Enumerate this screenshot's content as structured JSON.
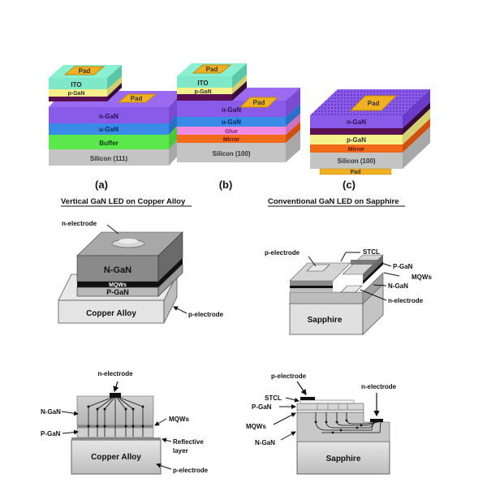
{
  "colors": {
    "ito": "#7ee8c8",
    "pgan": "#f4f08a",
    "mqw": "#5a1050",
    "ngan": "#8a5ae8",
    "ugan": "#3a8ae8",
    "buffer": "#5ae84a",
    "silicon": "#c4c4c4",
    "glue": "#f08ae0",
    "mirror": "#f06a1a",
    "pad": "#f0b020"
  },
  "top_row": {
    "a": {
      "caption": "(a)",
      "layers": [
        "ITO",
        "p-GaN",
        "n-GaN",
        "u-GaN",
        "Buffer",
        "Silicon (111)"
      ],
      "pads": [
        "Pad",
        "Pad"
      ]
    },
    "b": {
      "caption": "(b)",
      "layers": [
        "ITO",
        "p-GaN",
        "n-GaN",
        "u-GaN",
        "Glue",
        "Mirror",
        "Silicon (100)"
      ],
      "pads": [
        "Pad",
        "Pad"
      ]
    },
    "c": {
      "caption": "(c)",
      "layers": [
        "n-GaN",
        "p-GaN",
        "Mirror",
        "Silicon (100)"
      ],
      "pads": [
        "Pad",
        "Pad"
      ]
    }
  },
  "section_titles": {
    "vertical": "Vertical GaN LED on Copper Alloy",
    "conventional": "Conventional GaN LED on Sapphire"
  },
  "vertical_3d": {
    "n_electrode": "n-electrode",
    "ngan": "N-GaN",
    "mqws": "MQWs",
    "pgan": "P-GaN",
    "substrate": "Copper Alloy",
    "p_electrode": "p-electrode"
  },
  "conventional_3d": {
    "p_electrode": "p-electrode",
    "stcl": "STCL",
    "pgan": "P-GaN",
    "mqws": "MQWs",
    "ngan": "N-GaN",
    "n_electrode": "n-electrode",
    "substrate": "Sapphire"
  },
  "vertical_cross": {
    "n_electrode": "n-electrode",
    "ngan": "N-GaN",
    "mqws": "MQWs",
    "pgan": "P-GaN",
    "reflective_1": "Reflective",
    "reflective_2": "layer",
    "substrate": "Copper Alloy",
    "p_electrode": "p-electrode"
  },
  "conventional_cross": {
    "p_electrode": "p-electrode",
    "stcl": "STCL",
    "pgan": "P-GaN",
    "mqws": "MQWs",
    "ngan": "N-GaN",
    "n_electrode": "n-electrode",
    "substrate": "Sapphire"
  }
}
